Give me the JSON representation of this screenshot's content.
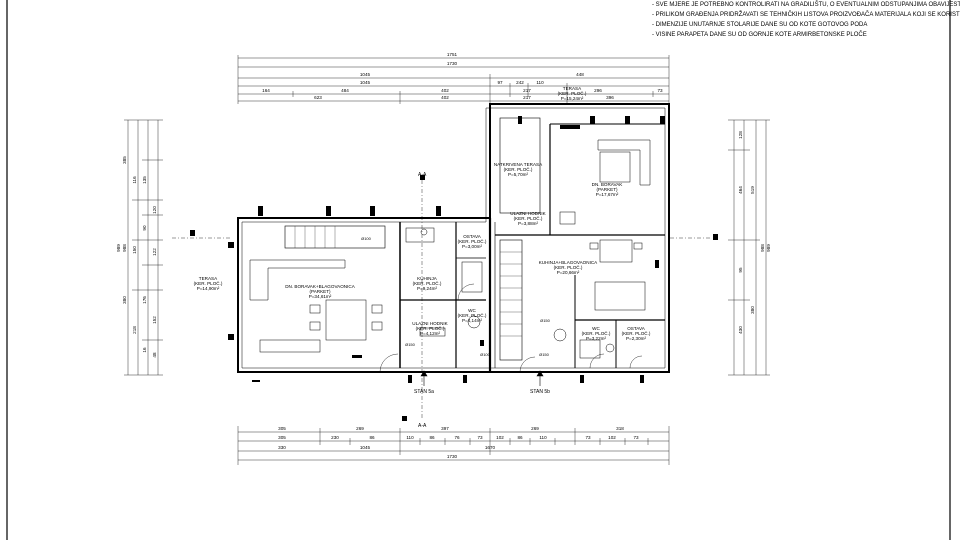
{
  "notes": [
    "- SVE MJERE JE POTREBNO KONTROLIRATI NA GRADILIŠTU, O EVENTUALNIM ODSTUPANJIMA OBAVIJESTITI NADZOR",
    "- PRILIKOM GRAĐENJA PRIDRŽAVATI SE TEHNIČKIH LISTOVA PROIZVOĐAČA MATERIJALA KOJI SE KORISTE",
    "- DIMENZIJE UNUTARNJE STOLARIJE DANE SU OD KOTE GOTOVOG PODA",
    "- VISINE PARAPETA DANE SU OD GORNJE KOTE ARMIRBETONSKE PLOČE"
  ],
  "rooms": [
    {
      "id": "terasa-left",
      "name": "TERASA",
      "floor": "(KER. PLOČ.)",
      "area": "P=14,90m²"
    },
    {
      "id": "dn-boravak-left",
      "name": "DN. BORAVAK+BLAGOVAONICA",
      "floor": "(PARKET)",
      "area": "P=34,61m²"
    },
    {
      "id": "kuhinja-left",
      "name": "KUHINJA",
      "floor": "(KER. PLOČ.)",
      "area": "P=9,24m²"
    },
    {
      "id": "ostava-left",
      "name": "OSTAVA",
      "floor": "(KER. PLOČ.)",
      "area": "P=3,00m²"
    },
    {
      "id": "ulazni-hodnik-left",
      "name": "ULAZNI HODNIK",
      "floor": "(KER. PLOČ.)",
      "area": "P=4,12m²"
    },
    {
      "id": "wc-left",
      "name": "WC",
      "floor": "(KER. PLOČ.)",
      "area": "P=4,14m²"
    },
    {
      "id": "natkrivena-terasa",
      "name": "NATKRIVENA TERASA",
      "floor": "(KER. PLOČ.)",
      "area": "P=5,70m²"
    },
    {
      "id": "ulazni-hodnik-right",
      "name": "ULAZNI HODNIK",
      "floor": "(KER. PLOČ.)",
      "area": "P=3,88m²"
    },
    {
      "id": "dn-boravak-right",
      "name": "DN. BORAVAK",
      "floor": "(PARKET)",
      "area": "P=17,67m²"
    },
    {
      "id": "kuhinja-right",
      "name": "KUHINJA+BLAGOVAONICA",
      "floor": "(KER. PLOČ.)",
      "area": "P=20,66m²"
    },
    {
      "id": "wc-right",
      "name": "WC",
      "floor": "(KER. PLOČ.)",
      "area": "P=3,22m²"
    },
    {
      "id": "ostava-right",
      "name": "OSTAVA",
      "floor": "(KER. PLOČ.)",
      "area": "P=2,30m²"
    },
    {
      "id": "terasa-top",
      "name": "TERASA",
      "floor": "(KER. PLOČ.)",
      "area": "P=15,24m²"
    }
  ],
  "stan_labels": {
    "left": "STAN 5a",
    "right": "STAN 5b"
  },
  "section_marks": {
    "top": "A-A",
    "bottom": "A-A"
  },
  "dims_top": {
    "row1": [
      "1751"
    ],
    "row2": [
      "1730"
    ],
    "row3": [
      "1045",
      "448"
    ],
    "row4": [
      "1045",
      "97",
      "242",
      "110"
    ],
    "row5": [
      "164",
      "484",
      "402",
      "217",
      "296",
      "73"
    ],
    "row6": [
      "623",
      "402",
      "217",
      "396"
    ]
  },
  "dims_bottom": {
    "row1": [
      "305",
      "269",
      "397",
      "269",
      "318"
    ],
    "row2": [
      "305",
      "230",
      "86",
      "110",
      "86",
      "76",
      "73",
      "102",
      "86",
      "110",
      "73",
      "102",
      "73"
    ],
    "row3": [
      "330",
      "1045",
      "1670"
    ],
    "row4": [
      "1730"
    ]
  },
  "dims_left": [
    "385",
    "116",
    "135",
    "120",
    "90",
    "122",
    "176",
    "152",
    "16",
    "48",
    "218",
    "380",
    "150",
    "988",
    "989"
  ],
  "dims_right": [
    "128",
    "464",
    "519",
    "988",
    "989",
    "95",
    "430",
    "380"
  ],
  "fixtures": [
    "Ø100",
    "Ø150",
    "Ø150",
    "Ø150",
    "Ø100"
  ]
}
